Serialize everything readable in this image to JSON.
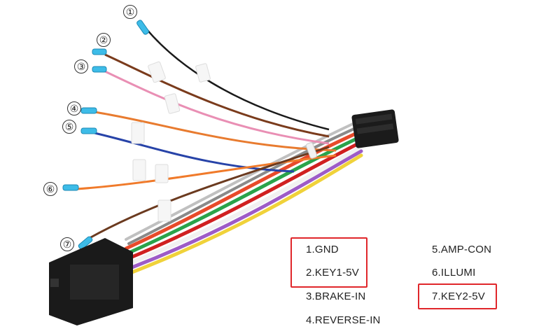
{
  "wire_numbers": [
    "①",
    "②",
    "③",
    "④",
    "⑤",
    "⑥",
    "⑦"
  ],
  "legend": [
    {
      "text": "1.GND",
      "highlighted": true
    },
    {
      "text": "2.KEY1-5V",
      "highlighted": true
    },
    {
      "text": "3.BRAKE-IN",
      "highlighted": false
    },
    {
      "text": "4.REVERSE-IN",
      "highlighted": false
    },
    {
      "text": "5.AMP-CON",
      "highlighted": false
    },
    {
      "text": "6.ILLUMI",
      "highlighted": false
    },
    {
      "text": "7.KEY2-5V",
      "highlighted": true
    }
  ],
  "wire_colors": {
    "gnd": "#1a1a1a",
    "key1": "#7a3b1c",
    "brake": "#e98fb4",
    "reverse": "#e87b2f",
    "amp": "#2743a8",
    "illumi": "#f07a2a",
    "key2": "#6b3a1f",
    "tip": "#3dbce8",
    "highlight": "#e0262b"
  }
}
